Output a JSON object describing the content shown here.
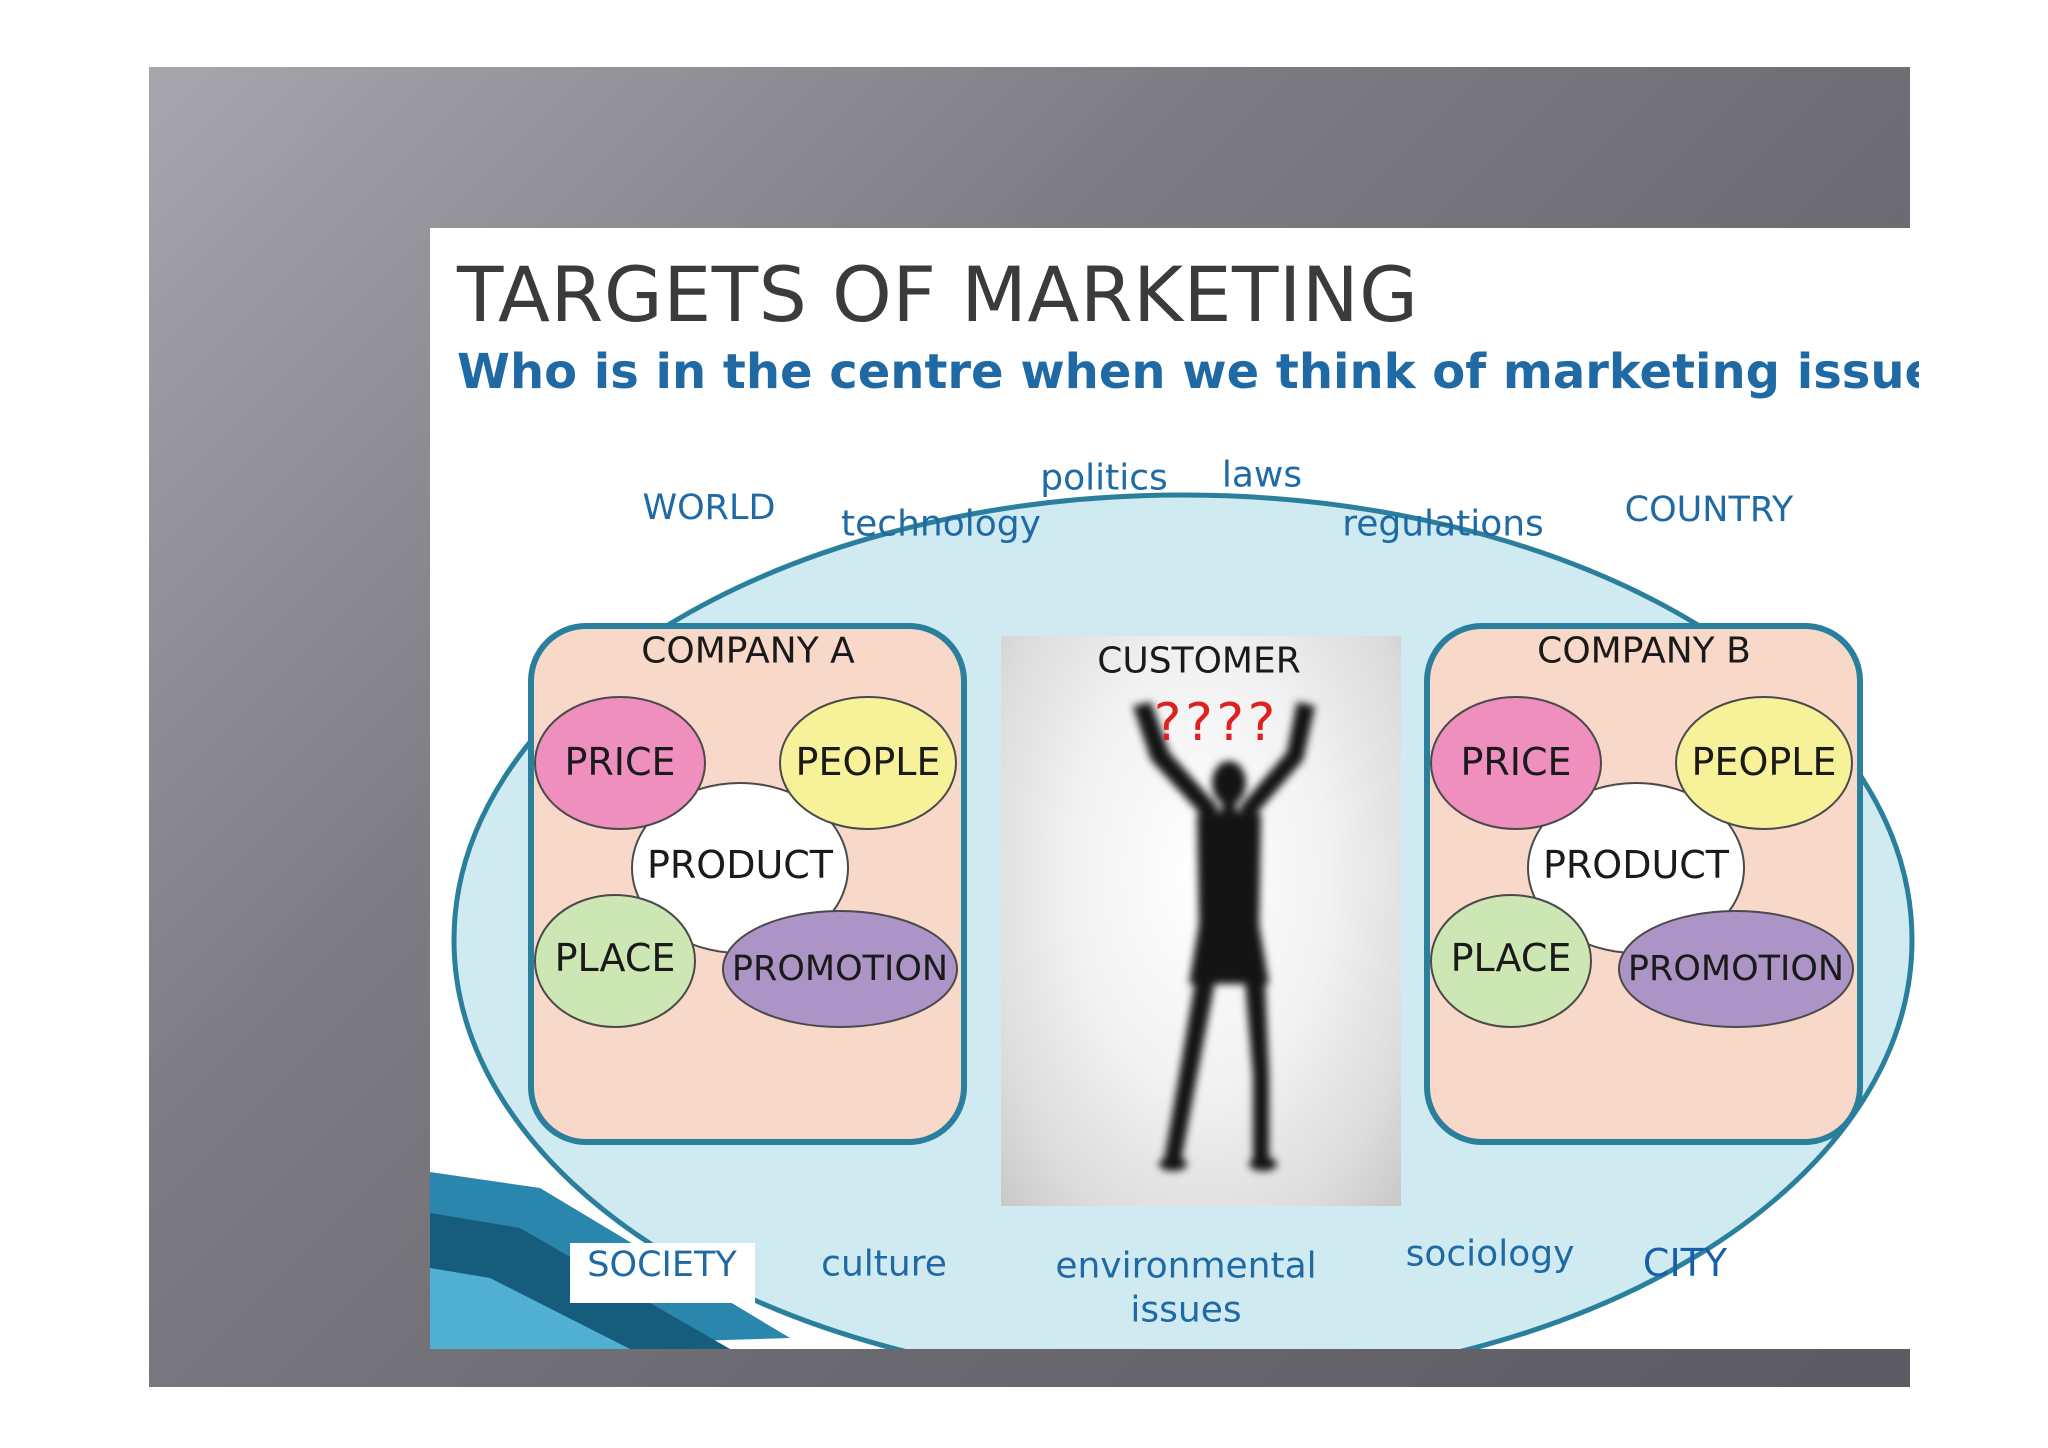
{
  "slide": {
    "title": "TARGETS OF MARKETING",
    "subtitle": "Who is in the centre when we think of marketing issues?"
  },
  "environment": {
    "world": "WORLD",
    "country": "COUNTRY",
    "society": "SOCIETY",
    "city": "CITY",
    "factors": {
      "technology": "technology",
      "politics": "politics",
      "laws": "laws",
      "regulations": "regulations",
      "culture": "culture",
      "environmental_line1": "environmental",
      "environmental_line2": "issues",
      "sociology": "sociology"
    }
  },
  "company_a": {
    "name": "COMPANY A",
    "price": "PRICE",
    "people": "PEOPLE",
    "product": "PRODUCT",
    "place": "PLACE",
    "promotion": "PROMOTION"
  },
  "company_b": {
    "name": "COMPANY B",
    "price": "PRICE",
    "people": "PEOPLE",
    "product": "PRODUCT",
    "place": "PLACE",
    "promotion": "PROMOTION"
  },
  "customer": {
    "label": "CUSTOMER",
    "question": "????"
  },
  "colors": {
    "ellipse_fill": "#cfeaf1",
    "ellipse_stroke": "#2a7f9c",
    "company_fill": "#f8d8c9",
    "price": "#ee8fbe",
    "people": "#f7f29a",
    "product": "#ffffff",
    "place": "#cce6b4",
    "promotion": "#ad94c6",
    "text_blue": "#1f6aa5",
    "question_red": "#e02020"
  }
}
